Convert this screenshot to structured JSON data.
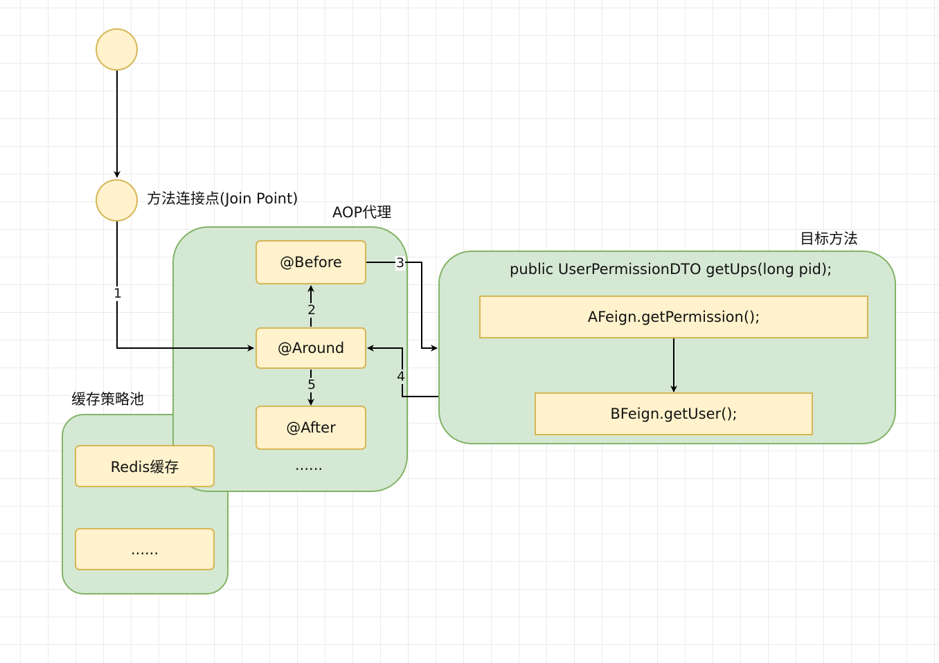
{
  "labels": {
    "join_point": "方法连接点(Join Point)",
    "aop_proxy": "AOP代理",
    "target_method": "目标方法",
    "cache_pool": "缓存策略池"
  },
  "aop": {
    "before": "@Before",
    "around": "@Around",
    "after": "@After",
    "more": "......"
  },
  "target": {
    "signature": "public UserPermissionDTO getUps(long pid);",
    "afeign": "AFeign.getPermission();",
    "bfeign": "BFeign.getUser();"
  },
  "cache": {
    "redis": "Redis缓存",
    "more": "......"
  },
  "edges": {
    "e1": "1",
    "e2": "2",
    "e3": "3",
    "e4": "4",
    "e5": "5"
  },
  "colors": {
    "node_fill": "#fff2cc",
    "node_stroke": "#d6b656",
    "container_fill": "#d5e8d4",
    "container_stroke": "#82b366"
  }
}
